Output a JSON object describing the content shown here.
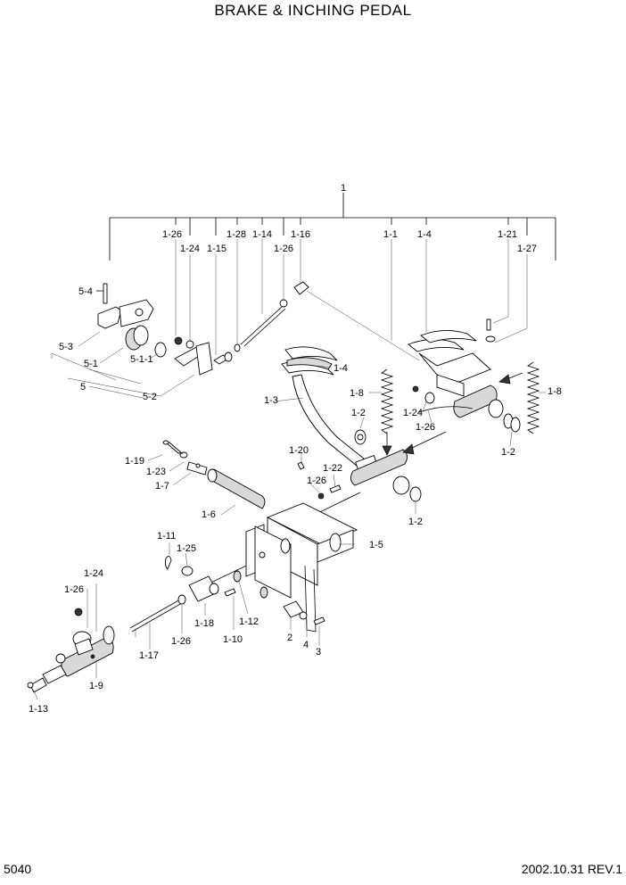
{
  "title": "BRAKE & INCHING PEDAL",
  "page_number": "5040",
  "revision": "2002.10.31 REV.1",
  "callouts": {
    "c1": "1",
    "c1_26a": "1-26",
    "c1_24a": "1-24",
    "c1_15": "1-15",
    "c1_28": "1-28",
    "c1_14": "1-14",
    "c1_26b": "1-26",
    "c1_16": "1-16",
    "c1_1": "1-1",
    "c1_4a": "1-4",
    "c1_21": "1-21",
    "c1_27": "1-27",
    "c5_4": "5-4",
    "c5_3": "5-3",
    "c5_1": "5-1",
    "c5_1_1": "5-1-1",
    "c5": "5",
    "c5_2": "5-2",
    "c1_4b": "1-4",
    "c1_3": "1-3",
    "c1_8a": "1-8",
    "c1_8b": "1-8",
    "c1_2a": "1-2",
    "c1_24b": "1-24",
    "c1_26c": "1-26",
    "c1_2b": "1-2",
    "c1_2c": "1-2",
    "c1_19": "1-19",
    "c1_23": "1-23",
    "c1_7": "1-7",
    "c1_20": "1-20",
    "c1_22": "1-22",
    "c1_26d": "1-26",
    "c1_6": "1-6",
    "c1_5": "1-5",
    "c1_11": "1-11",
    "c1_25": "1-25",
    "c1_24c": "1-24",
    "c1_26e": "1-26",
    "c1_18": "1-18",
    "c1_10": "1-10",
    "c1_12": "1-12",
    "c2": "2",
    "c4": "4",
    "c3": "3",
    "c1_17": "1-17",
    "c1_26f": "1-26",
    "c1_9": "1-9",
    "c1_13": "1-13"
  }
}
